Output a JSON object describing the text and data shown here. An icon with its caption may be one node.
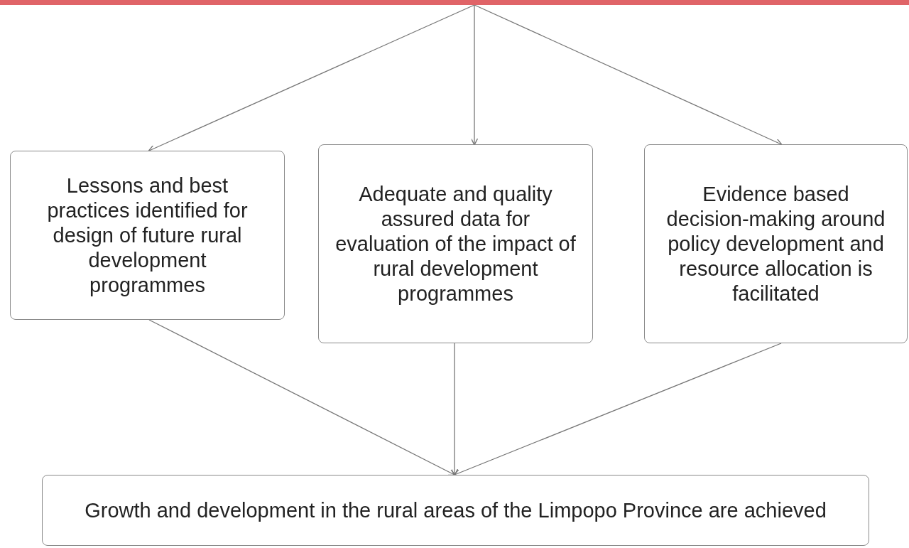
{
  "diagram": {
    "nodes": [
      {
        "text": [],
        "shape": "bar"
      },
      {
        "text": [
          "Lessons and best practices identified for design of future rural development programmes"
        ]
      },
      {
        "text": [
          "Adequate and quality assured data for evaluation of the impact of rural development programmes"
        ]
      },
      {
        "text": [
          "Evidence based decision-making around policy development and resource allocation is facilitated"
        ]
      },
      {
        "text": [
          "Growth and development in the rural areas of the Limpopo Province are achieved"
        ]
      }
    ],
    "edges": [
      {
        "from": 0,
        "to": 1,
        "arrow": "to"
      },
      {
        "from": 0,
        "to": 2,
        "arrow": "to"
      },
      {
        "from": 0,
        "to": 3,
        "arrow": "to"
      },
      {
        "from": 1,
        "to": 4,
        "arrow": "to"
      },
      {
        "from": 2,
        "to": 4,
        "arrow": "to"
      },
      {
        "from": 3,
        "to": 4,
        "arrow": "to"
      }
    ]
  }
}
